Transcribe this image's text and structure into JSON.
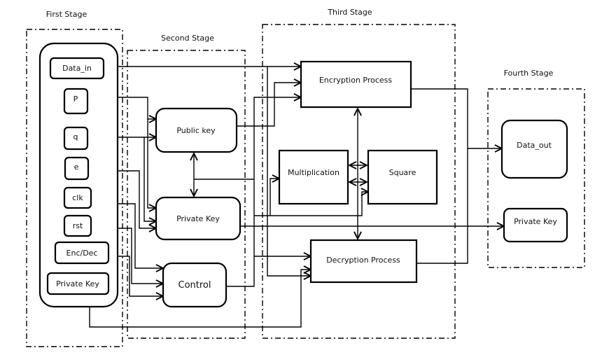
{
  "stages": {
    "first": "First Stage",
    "second": "Second Stage",
    "third": "Third Stage",
    "fourth": "Fourth Stage"
  },
  "first_stage": {
    "data_in": "Data_in",
    "p": "P",
    "q": "q",
    "e": "e",
    "clk": "clk",
    "rst": "rst",
    "enc_dec": "Enc/Dec",
    "private_key": "Private Key"
  },
  "second_stage": {
    "public_key": "Public key",
    "private_key": "Private Key",
    "control": "Control"
  },
  "third_stage": {
    "encryption": "Encryption Process",
    "multiplication": "Multiplication",
    "square": "Square",
    "decryption": "Decryption Process"
  },
  "fourth_stage": {
    "data_out": "Data_out",
    "private_key": "Private Key"
  }
}
